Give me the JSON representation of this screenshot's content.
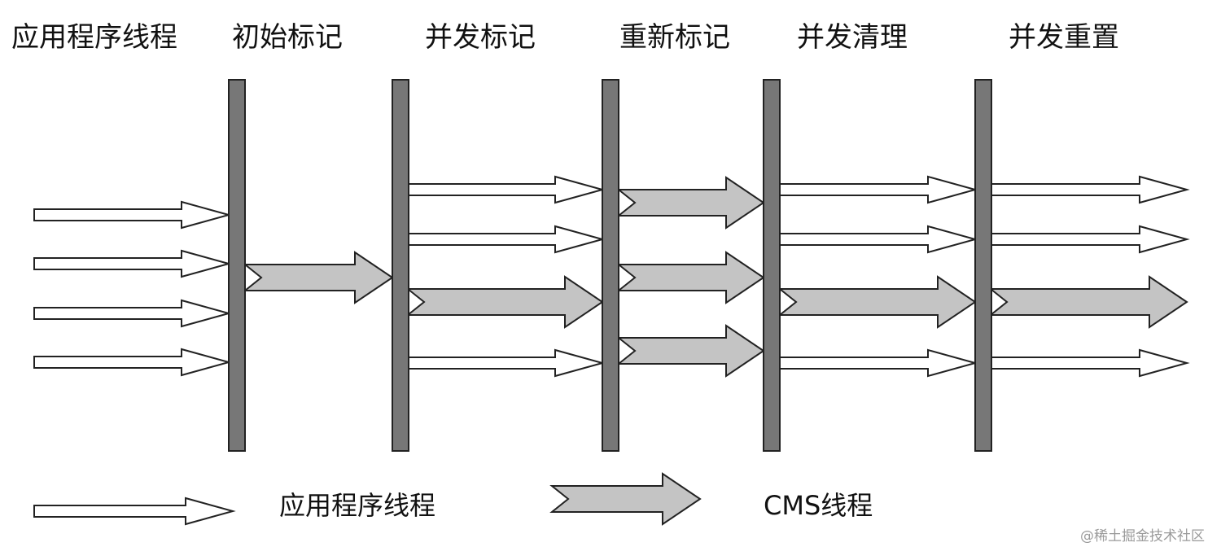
{
  "header": {
    "app_thread_label": "应用程序线程",
    "phases": [
      "初始标记",
      "并发标记",
      "重新标记",
      "并发清理",
      "并发重置"
    ]
  },
  "legend": {
    "app_thread_label": "应用程序线程",
    "cms_thread_label": "CMS线程"
  },
  "watermark": "@稀土掘金技术社区",
  "colors": {
    "barrier": "#777777",
    "cms_arrow_fill": "#c4c4c4",
    "app_arrow_fill": "#ffffff",
    "stroke": "#222222"
  }
}
